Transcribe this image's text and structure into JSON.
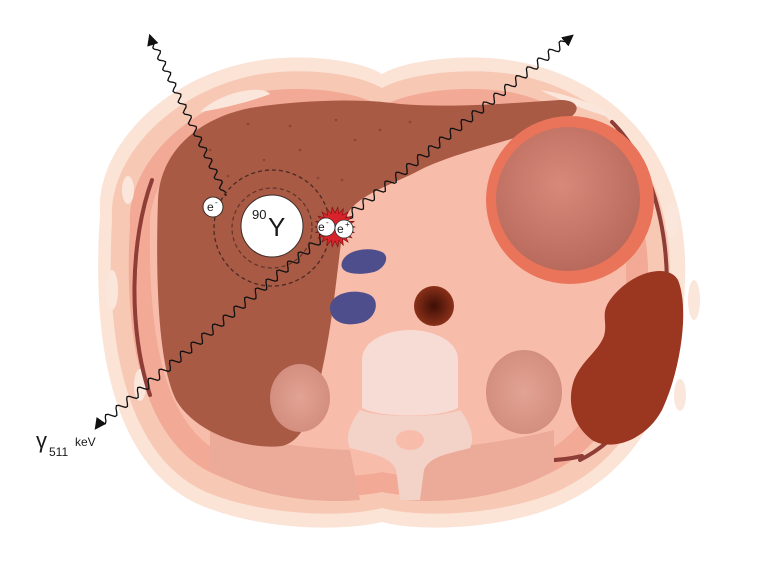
{
  "labels": {
    "nuclide_mass": "90",
    "nuclide_symbol": "Y",
    "electron_symbol": "e",
    "electron_charge": "-",
    "positron_charge": "+",
    "gamma_symbol": "γ",
    "gamma_energy": "511",
    "gamma_unit": "keV"
  },
  "colors": {
    "liver": "#a85a45",
    "skin_outer": "#f9d9c8",
    "muscle": "#f2a995",
    "cavity": "#f8b9a8",
    "vessel_blue": "#4e4e8c",
    "aorta": "#7a2414",
    "spleen": "#9e3820",
    "stomach_wall": "#e9735a",
    "annihilation_red": "#d8232a",
    "bone": "#f6dcd4"
  }
}
